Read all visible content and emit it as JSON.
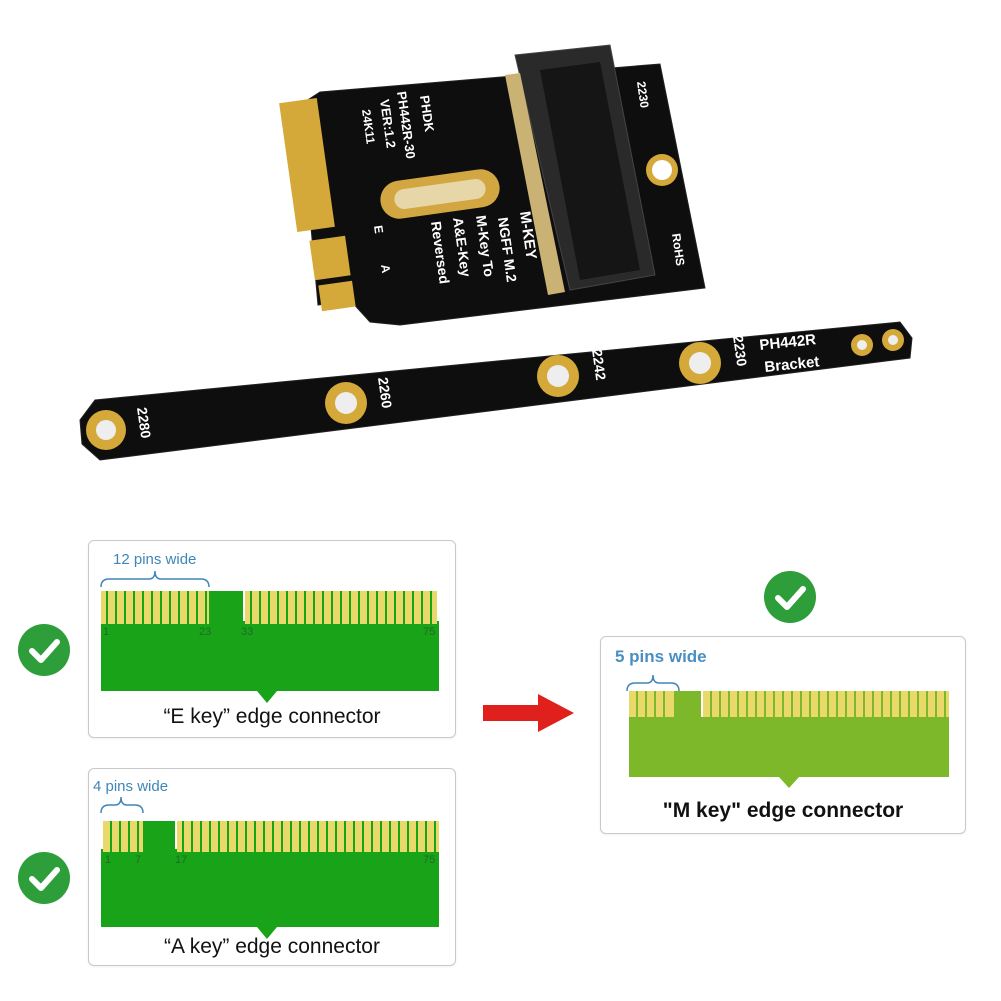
{
  "adapter": {
    "brand_logo_text": "PHDK",
    "model": "PH442R-30",
    "version": "VER:1.2",
    "date_code": "24K11",
    "key_letter_e": "E",
    "key_letter_a": "A",
    "mkey_label": "M-KEY",
    "desc_line1": "NGFF M.2",
    "desc_line2": "M-Key To",
    "desc_line3": "A&E-Key",
    "desc_line4": "Reversed",
    "size_label": "2230",
    "rohs_label": "RoHS"
  },
  "bracket": {
    "title_line1": "PH442R",
    "title_line2": "Bracket",
    "mount_labels": [
      "2280",
      "2260",
      "2242",
      "2230"
    ]
  },
  "diagrams": {
    "e_key": {
      "pins_label": "12 pins wide",
      "pin_numbers": [
        "1",
        "23",
        "33",
        "75"
      ],
      "caption": "“E key”  edge connector"
    },
    "a_key": {
      "pins_label": "4 pins wide",
      "pin_numbers": [
        "1",
        "7",
        "17",
        "75"
      ],
      "caption": "“A key”  edge connector"
    },
    "m_key": {
      "pins_label": "5 pins wide",
      "caption": "\"M key\" edge connector"
    }
  },
  "colors": {
    "check_green": "#2e9e3a",
    "arrow_red": "#e0201c",
    "pin_gold": "#e8d96a",
    "board_green": "#19a319",
    "pcb_black": "#111111"
  }
}
